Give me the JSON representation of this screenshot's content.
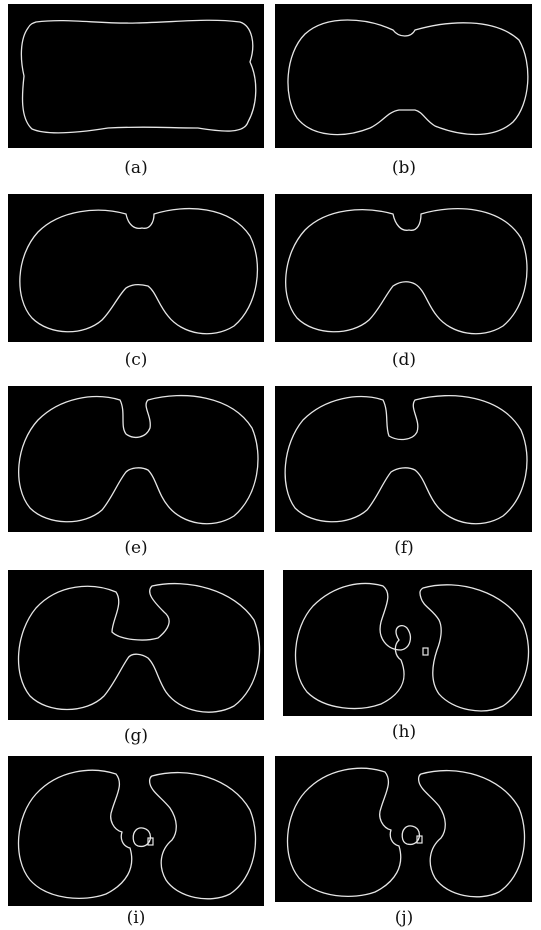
{
  "panels": [
    {
      "label": "(a)"
    },
    {
      "label": "(b)"
    },
    {
      "label": "(c)"
    },
    {
      "label": "(d)"
    },
    {
      "label": "(e)"
    },
    {
      "label": "(f)"
    },
    {
      "label": "(g)"
    },
    {
      "label": "(h)"
    },
    {
      "label": "(i)"
    },
    {
      "label": "(j)"
    }
  ],
  "colors": {
    "background": "#000000",
    "contour": "#e6e6e6",
    "page": "#ffffff"
  }
}
